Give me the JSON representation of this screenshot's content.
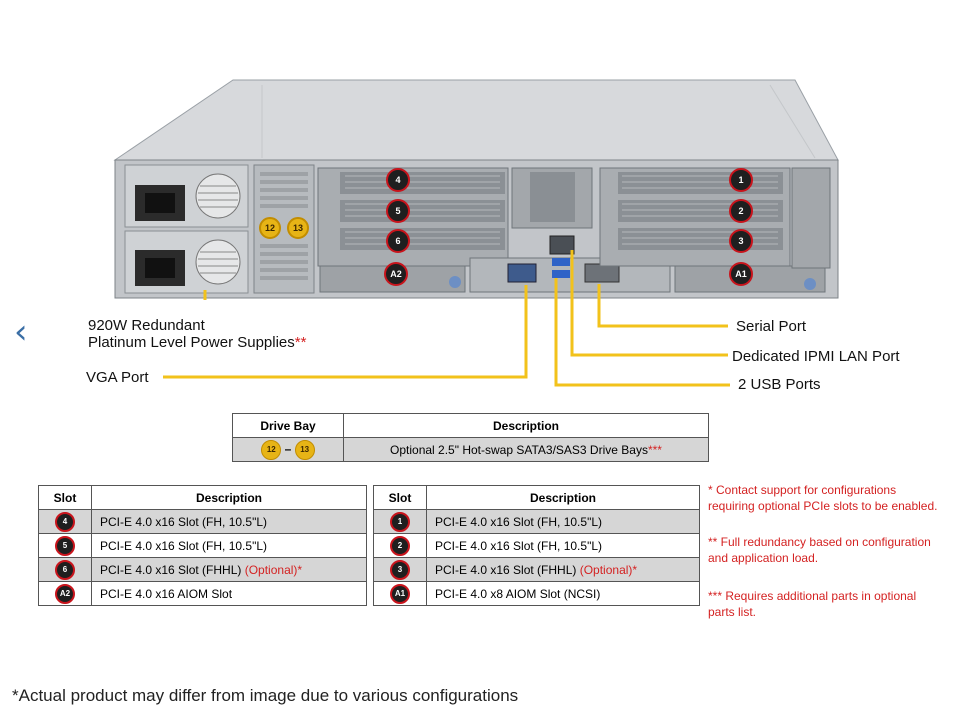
{
  "nav": {
    "back_icon": "chevron-left-icon",
    "back_glyph": "‹"
  },
  "callouts": {
    "power_line1": "920W Redundant",
    "power_line2": "Platinum Level Power Supplies",
    "power_mark": "**",
    "vga": "VGA Port",
    "serial": "Serial Port",
    "ipmi": "Dedicated IPMI  LAN Port",
    "usb": "2 USB Ports"
  },
  "chassis_badges": {
    "left": [
      "4",
      "5",
      "6",
      "A2"
    ],
    "right": [
      "1",
      "2",
      "3",
      "A1"
    ],
    "drive": [
      "12",
      "13"
    ]
  },
  "drive_table": {
    "headers": [
      "Drive Bay",
      "Description"
    ],
    "from": "12",
    "dash": "–",
    "to": "13",
    "description": "Optional 2.5\" Hot-swap  SATA3/SAS3 Drive  Bays",
    "mark": "***"
  },
  "slot_table_left": {
    "headers": [
      "Slot",
      "Description"
    ],
    "rows": [
      {
        "slot": "4",
        "desc": "PCI-E 4.0 x16 Slot (FH, 10.5\"L)",
        "optional": ""
      },
      {
        "slot": "5",
        "desc": "PCI-E 4.0 x16 Slot (FH, 10.5\"L)",
        "optional": ""
      },
      {
        "slot": "6",
        "desc": "PCI-E 4.0 x16 Slot (FHHL)",
        "optional": "(Optional)*"
      },
      {
        "slot": "A2",
        "desc": "PCI-E 4.0 x16 AIOM Slot",
        "optional": ""
      }
    ]
  },
  "slot_table_right": {
    "headers": [
      "Slot",
      "Description"
    ],
    "rows": [
      {
        "slot": "1",
        "desc": "PCI-E 4.0 x16 Slot (FH, 10.5\"L)",
        "optional": ""
      },
      {
        "slot": "2",
        "desc": "PCI-E 4.0 x16 Slot (FH, 10.5\"L)",
        "optional": ""
      },
      {
        "slot": "3",
        "desc": "PCI-E 4.0 x16 Slot (FHHL)",
        "optional": "(Optional)*"
      },
      {
        "slot": "A1",
        "desc": "PCI-E 4.0 x8 AIOM Slot (NCSI)",
        "optional": ""
      }
    ]
  },
  "notes": [
    "*  Contact support for configurations requiring optional PCIe slots to be enabled.",
    "**  Full redundancy  based on configuration and application load.",
    "*** Requires additional parts in optional parts list."
  ],
  "footer": "*Actual product may differ from image due to various configurations",
  "colors": {
    "callout_line": "#f2c21b",
    "badge_ring": "#c8141c",
    "note_red": "#d42222",
    "row_shade": "#d6d6d6"
  }
}
